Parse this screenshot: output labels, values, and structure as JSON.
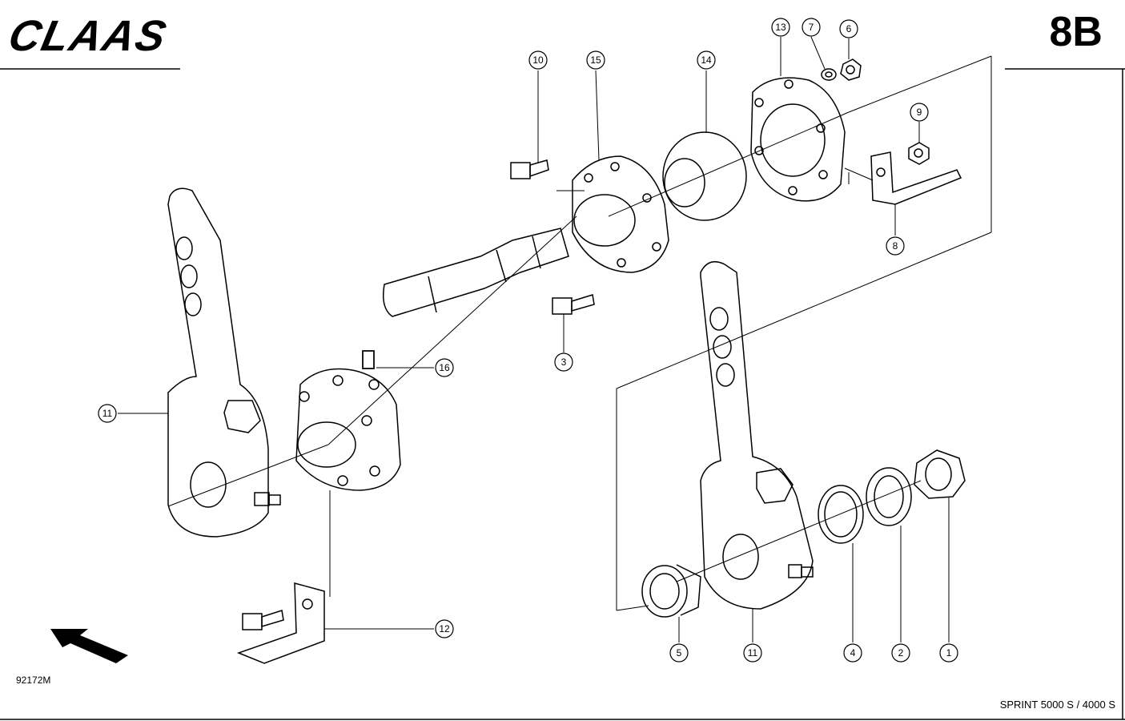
{
  "header": {
    "brand_logo": "CLAAS",
    "page_number": "8B"
  },
  "footer": {
    "drawing_number": "92172M",
    "model": "SPRINT 5000 S / 4000 S"
  },
  "callouts": [
    "1",
    "2",
    "3",
    "4",
    "5",
    "6",
    "7",
    "8",
    "9",
    "10",
    "11",
    "12",
    "13",
    "14",
    "15",
    "16",
    "11"
  ],
  "icons": {
    "direction": "arrow-icon"
  }
}
